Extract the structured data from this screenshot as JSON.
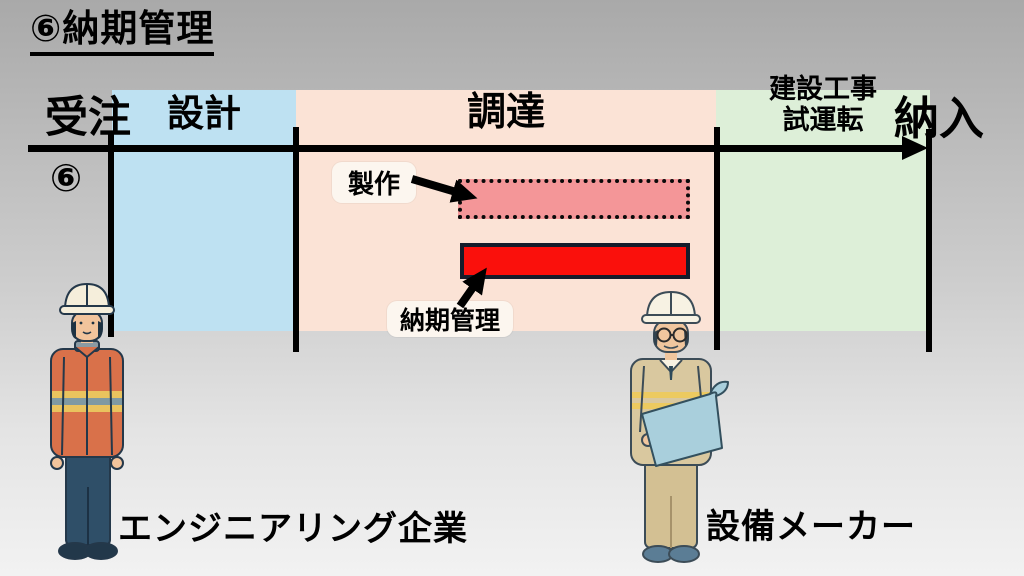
{
  "title": "⑥納期管理",
  "timeline": {
    "start_label": "受注",
    "end_label": "納入",
    "step_marker": "⑥",
    "phases": [
      {
        "label": "設計",
        "color": "#bee1f2"
      },
      {
        "label": "調達",
        "color": "#fbe3d6"
      },
      {
        "label": "建設工事\n試運転",
        "color": "#ddefd8"
      }
    ]
  },
  "callouts": {
    "production": "製作",
    "delivery_management": "納期管理"
  },
  "bars": {
    "production_bar": {
      "fill": "#f49698",
      "border_style": "dotted"
    },
    "delivery_bar": {
      "fill": "#fa100c",
      "border_style": "solid"
    }
  },
  "actors": {
    "left": "エンジニアリング企業",
    "right": "設備メーカー"
  },
  "colors": {
    "background_top": "#a9a9a9",
    "background_bottom": "#f2f2f2",
    "line": "#000000",
    "callout_bg": "#fcf6ef"
  }
}
